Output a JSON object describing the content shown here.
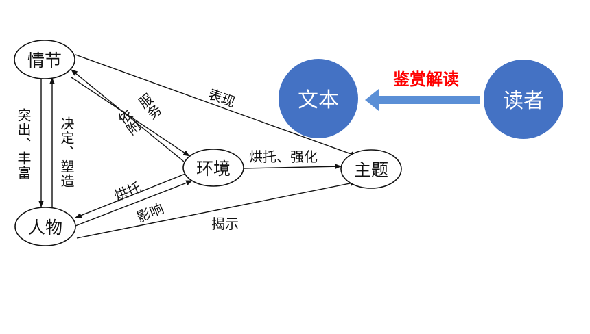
{
  "nodes": {
    "qingjie": "情节",
    "renwu": "人物",
    "huanjing": "环境",
    "zhuti": "主题"
  },
  "edges": {
    "tuchu": "突出、丰富",
    "jueding": "决定、塑造",
    "yifu": "依附",
    "fuwu": "服务",
    "biaoxian": "表现",
    "hongtuo_qianghua": "烘托、强化",
    "hongtuo": "烘托",
    "yingxiang": "影响",
    "jieshi": "揭示"
  },
  "reading": {
    "text_node": "文本",
    "reader_node": "读者",
    "arrow_label": "鉴赏解读"
  },
  "colors": {
    "circle_fill": "#4472C4",
    "arrow_fill": "#5B8FD6",
    "label_red": "#FF0000",
    "line": "#111111"
  }
}
